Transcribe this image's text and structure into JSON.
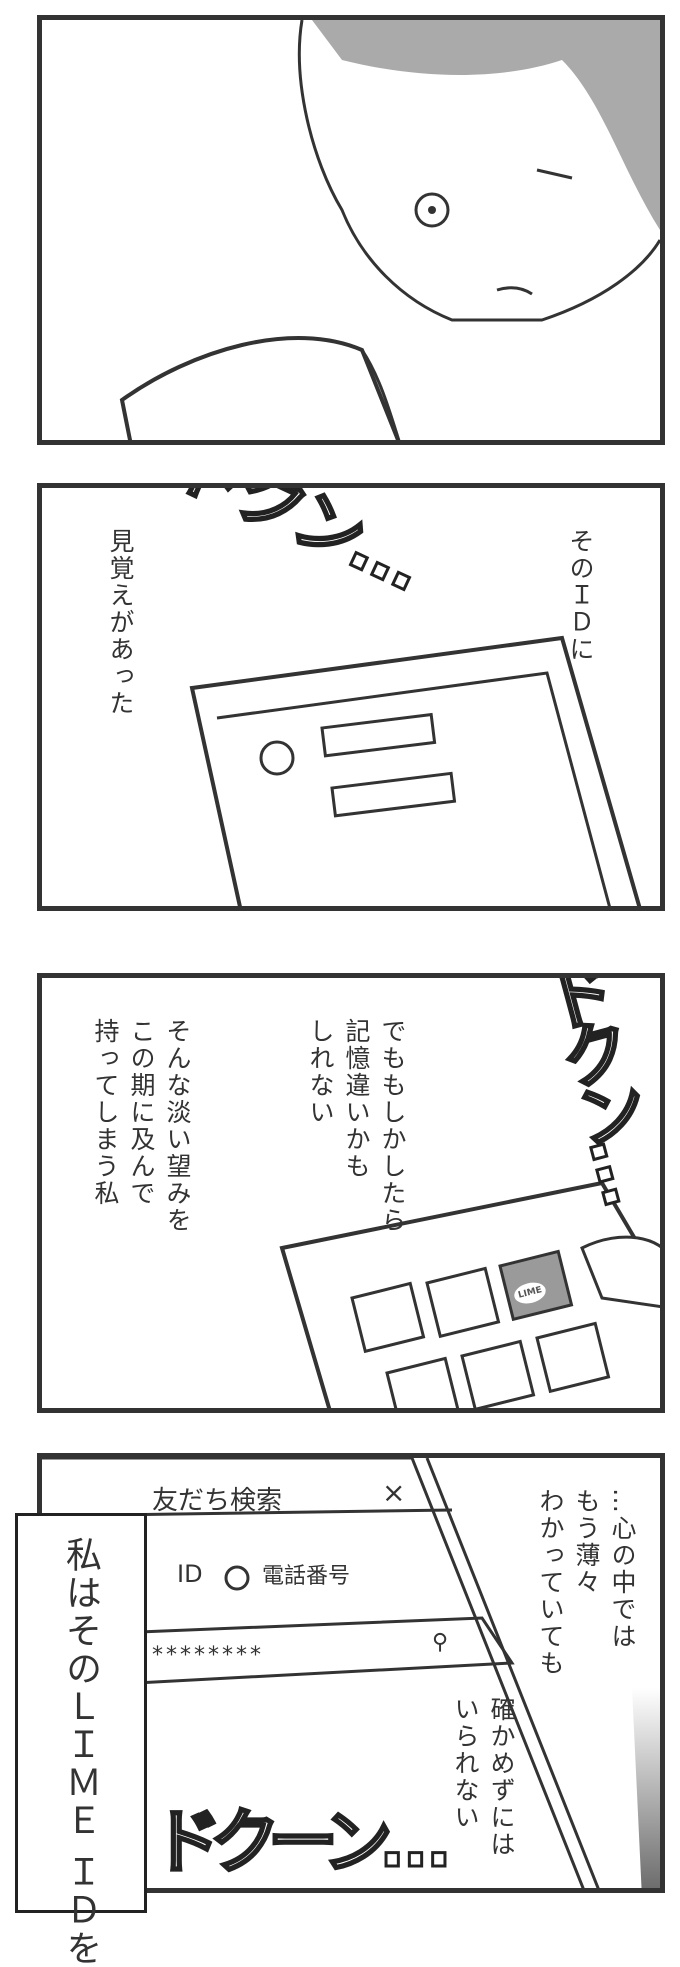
{
  "panel1": {},
  "panel2": {
    "narration_1": "そのＩＤに",
    "narration_2": "見覚えがあった",
    "sfx": "ドクン…"
  },
  "panel3": {
    "narration_1": "でももしかしたら\n記憶違いかも\nしれない",
    "narration_2": "そんな淡い望みを\nこの期に及んで\n持ってしまう私",
    "sfx": "ドクン…",
    "app_icon_label": "LIME"
  },
  "panel4": {
    "screen_title": "友だち検索",
    "close_glyph": "×",
    "option_id": "ID",
    "option_phone": "電話番号",
    "search_value": "********",
    "narration_1": "…心の中では\nもう薄々\nわかっていても",
    "narration_2": "確かめずには\nいられない",
    "caption": "私はそのＬＩＭＥ ＩＤを",
    "sfx": "ドクーン…"
  }
}
